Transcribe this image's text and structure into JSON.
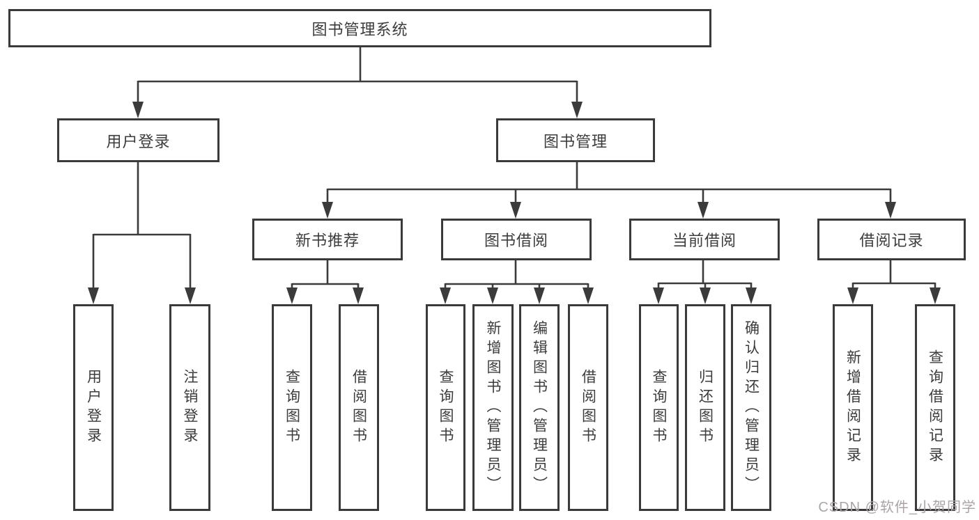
{
  "diagram": {
    "title": "图书管理系统",
    "level2": {
      "user_login": "用户登录",
      "book_management": "图书管理"
    },
    "level3": {
      "new_book_recommend": "新书推荐",
      "book_borrow": "图书借阅",
      "current_borrow": "当前借阅",
      "borrow_records": "借阅记录"
    },
    "leaves": {
      "user_login": [
        "用户登录",
        "注销登录"
      ],
      "new_book_recommend": [
        "查询图书",
        "借阅图书"
      ],
      "book_borrow": [
        "查询图书",
        "新增图书（管理员）",
        "编辑图书（管理员）",
        "借阅图书"
      ],
      "current_borrow": [
        "查询图书",
        "归还图书",
        "确认归还（管理员）"
      ],
      "borrow_records": [
        "新增借阅记录",
        "查询借阅记录"
      ]
    }
  },
  "watermark": "CSDN @软件_小贺同学",
  "colors": {
    "line": "#3b3b3b",
    "box_border": "#3a3a3a",
    "box_fill": "#ffffff",
    "text": "#3c3c3c",
    "watermark": "#aba4a6",
    "background": "#ffffff"
  }
}
